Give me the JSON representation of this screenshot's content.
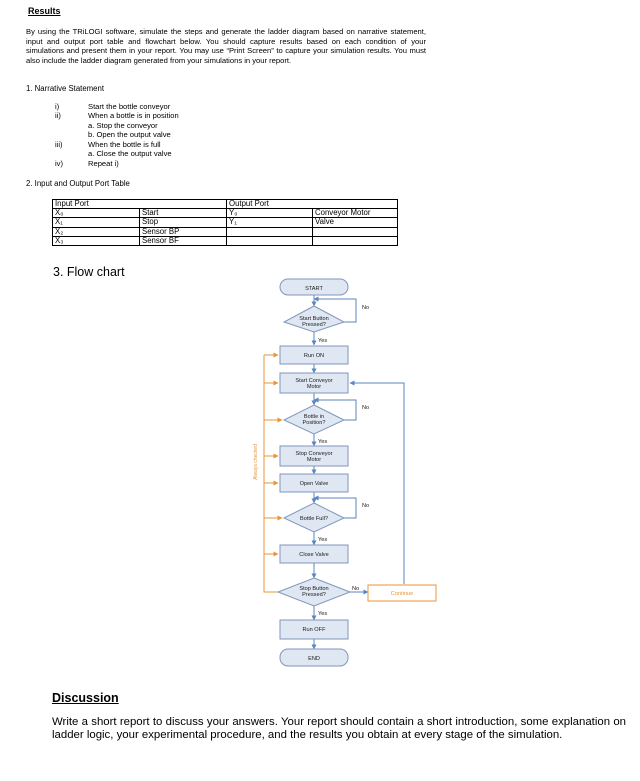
{
  "results": {
    "heading": "Results",
    "intro": "By using the TRiLOGI software, simulate the steps and generate the ladder diagram based on narrative statement, input and output port table and flowchart below. You should capture results based on each condition of your simulations and present them in your report. You may use “Print Screen” to capture your simulation results. You must also include the ladder diagram generated from your simulations in your report."
  },
  "narrative": {
    "heading": "1.  Narrative Statement",
    "items": [
      {
        "num": "i)",
        "text": "Start the bottle conveyor"
      },
      {
        "num": "ii)",
        "text": "When a bottle is in position"
      },
      {
        "num": "",
        "text": "a.  Stop the conveyor"
      },
      {
        "num": "",
        "text": "b.  Open the output valve"
      },
      {
        "num": "iii)",
        "text": "When the bottle is full"
      },
      {
        "num": "",
        "text": "a.  Close the output valve"
      },
      {
        "num": "iv)",
        "text": "Repeat i)"
      }
    ]
  },
  "ports": {
    "heading": "2.  Input and Output Port Table",
    "input_header": "Input Port",
    "output_header": "Output Port",
    "rows": [
      {
        "in_port": "X₀",
        "in_name": "Start",
        "out_port": "Y₀",
        "out_name": "Conveyor Motor"
      },
      {
        "in_port": "X₁",
        "in_name": "Stop",
        "out_port": "Y₁",
        "out_name": "Valve"
      },
      {
        "in_port": "X₂",
        "in_name": "Sensor BP",
        "out_port": "",
        "out_name": ""
      },
      {
        "in_port": "X₃",
        "in_name": "Sensor BF",
        "out_port": "",
        "out_name": ""
      }
    ]
  },
  "flowchart": {
    "heading": "3.  Flow chart",
    "start": "START",
    "d_start_1": "Start Button",
    "d_start_2": "Pressed?",
    "run_on": "Run ON",
    "start_conv_1": "Start Conveyor",
    "start_conv_2": "Motor",
    "d_bottle_1": "Bottle in",
    "d_bottle_2": "Position?",
    "stop_conv_1": "Stop Conveyor",
    "stop_conv_2": "Motor",
    "open_valve": "Open Valve",
    "d_full": "Bottle Full?",
    "close_valve": "Close Valve",
    "d_stop_1": "Stop Button",
    "d_stop_2": "Pressed?",
    "run_off": "Run OFF",
    "end": "END",
    "continue": "Continue",
    "always_checked": "Always checked",
    "yes": "Yes",
    "no": "No",
    "colors": {
      "box_fill": "#dfe7f3",
      "box_stroke": "#8196bd",
      "arrow_blue": "#5a86bf",
      "arrow_orange": "#e8943a"
    }
  },
  "discussion": {
    "heading": "Discussion",
    "body": "Write a short report to discuss your answers. Your report should contain a short introduction, some explanation on ladder logic, your experimental procedure, and the results you obtain at every stage of the simulation."
  }
}
